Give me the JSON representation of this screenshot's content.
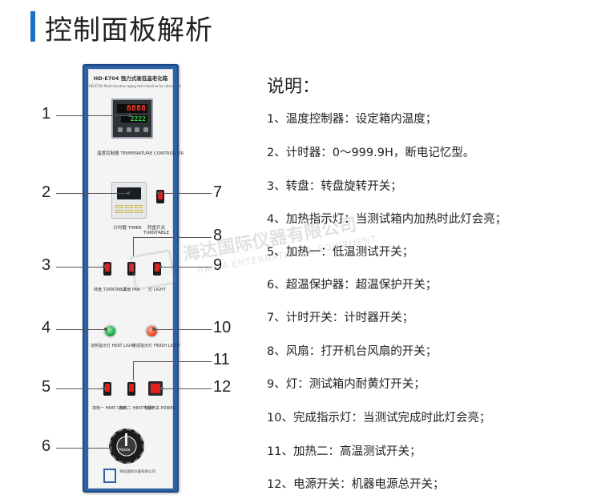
{
  "title": "控制面板解析",
  "watermark": {
    "cn": "海达国际仪器有限公司",
    "en": "HAIDA ENTERNATIONAL EQUIPMENT"
  },
  "panel": {
    "header_line1": "HD-E704 强力式高低温老化箱",
    "header_line2": "HD-E704 Multi-function aging test machine for ultraviolet",
    "pv_reading": "8888",
    "sv_reading": "2222",
    "temp_controller_label": "温度控制器 TEMPERATURE CONTROLLER",
    "timer_label": "计时器 TIMER",
    "turntable_label": "转盘开关 TURNTABLE",
    "sw3_label": "转盘 TURNTABLE",
    "sw8_label": "风扇 FAN",
    "sw9_label": "灯 LIGHT",
    "lamp4_label": "加热指示灯 HEAT LIGHT",
    "lamp10_label": "完成指示灯 FINISH LIGHT",
    "sw5_label": "加热一 HEAT ONE",
    "sw11_label": "加热二 HEAT TWO",
    "sw12_label": "电源开关 POWER",
    "knob_brand": "Haida",
    "footer_text": "海达国际仪器有限公司"
  },
  "callouts": [
    "1",
    "2",
    "3",
    "4",
    "5",
    "6",
    "7",
    "8",
    "9",
    "10",
    "11",
    "12"
  ],
  "explanation": {
    "heading": "说明：",
    "items": [
      "1、温度控制器：设定箱内温度；",
      "2、计时器：0～999.9H，断电记忆型。",
      "3、转盘：转盘旋转开关；",
      "4、加热指示灯：当测试箱内加热时此灯会亮；",
      "5、加热一：低温测试开关；",
      "6、超温保护器：超温保护开关；",
      "7、计时开关：计时器开关；",
      "8、风扇：打开机台风扇的开关；",
      "9、灯：测试箱内耐黄灯开关；",
      "10、完成指示灯：当测试完成时此灯会亮；",
      "11、加热二：高温测试开关；",
      "12、电源开关：机器电源总开关；"
    ]
  },
  "colors": {
    "accent": "#1a6fc2",
    "panel_frame": "#2d63a6",
    "switch_red": "#e02020",
    "lamp_green": "#1ea84a",
    "lamp_red": "#f04a20"
  }
}
